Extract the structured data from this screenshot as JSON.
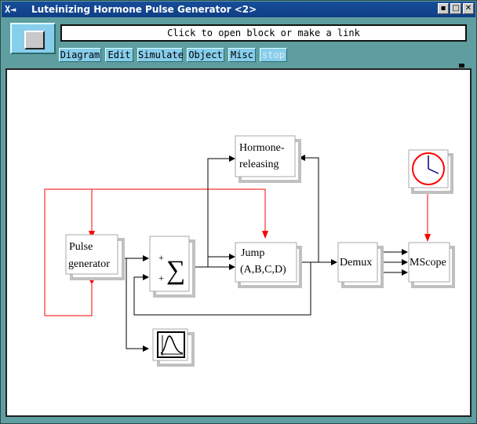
{
  "window": {
    "title": "Luteinizing Hormone Pulse Generator <2>",
    "icon_text": "X→­",
    "buttons": [
      "minimize",
      "maximize",
      "close"
    ]
  },
  "status": {
    "text": "Click to open block or make a link"
  },
  "menus": [
    {
      "label": "Diagram",
      "enabled": true
    },
    {
      "label": "Edit",
      "enabled": true
    },
    {
      "label": "Simulate",
      "enabled": true
    },
    {
      "label": "Object",
      "enabled": true
    },
    {
      "label": "Misc",
      "enabled": true
    },
    {
      "label": "stop",
      "enabled": false
    }
  ],
  "blocks": {
    "pulse_generator": {
      "line1": "Pulse",
      "line2": "generator"
    },
    "sum": {
      "plus1": "+",
      "plus2": "+",
      "sigma": "∑"
    },
    "jump": {
      "line1": "Jump",
      "line2": "(A,B,C,D)"
    },
    "hormone_releasing": {
      "line1": "Hormone-",
      "line2": "releasing"
    },
    "demux": {
      "label": "Demux"
    },
    "mscope": {
      "label": "MScope"
    },
    "clock": {
      "icon": "clock-icon"
    },
    "scope": {
      "icon": "scope-plot-icon"
    }
  },
  "colors": {
    "activation_link": "#ff0000",
    "regular_link": "#000000"
  }
}
